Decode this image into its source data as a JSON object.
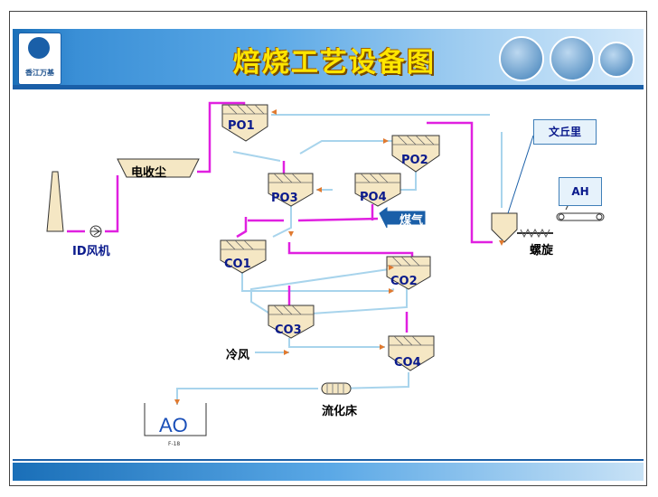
{
  "page": {
    "title": "焙烧工艺设备图"
  },
  "logo": {
    "text": "香江万基"
  },
  "equipment": {
    "po1": "PO1",
    "po2": "PO2",
    "po3": "PO3",
    "po4": "PO4",
    "co1": "CO1",
    "co2": "CO2",
    "co3": "CO3",
    "co4": "CO4",
    "esp": "电收尘",
    "id_fan": "ID风机",
    "venturi": "文丘里",
    "ah": "AH",
    "screw": "螺旋",
    "gas": "煤气",
    "cold_air": "冷风",
    "fluid_bed": "流化床",
    "ao": "AO",
    "ao_sub": "F-18"
  },
  "colors": {
    "magenta": "#e020e0",
    "lightblue": "#a8d4ec",
    "accent": "#1a5fa8",
    "title": "#ffe600"
  }
}
